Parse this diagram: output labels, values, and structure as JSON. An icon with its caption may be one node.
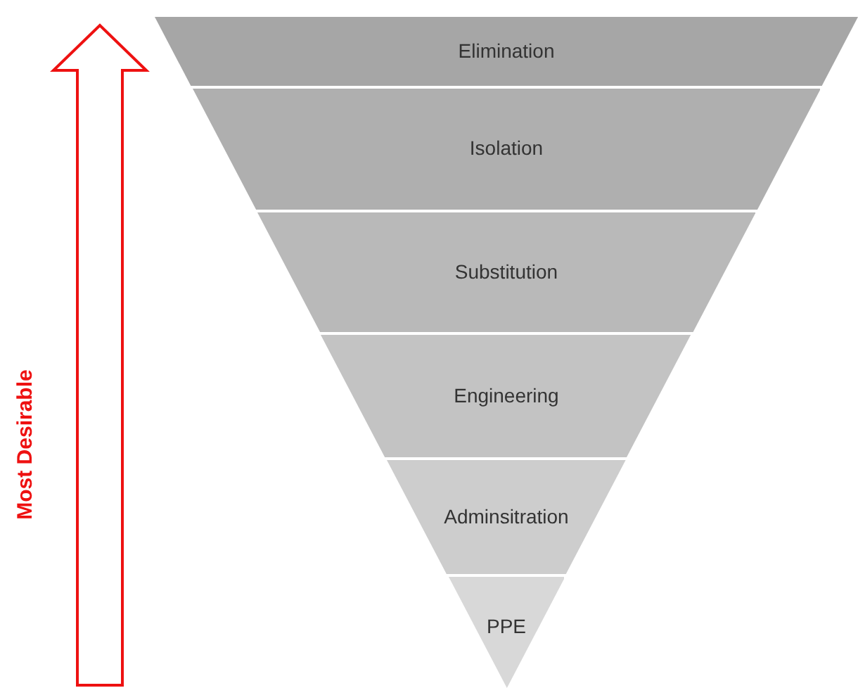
{
  "diagram": {
    "nodes": [
      {
        "text": [
          "Elimination"
        ]
      },
      {
        "text": [
          "Isolation"
        ]
      },
      {
        "text": [
          "Substitution"
        ]
      },
      {
        "text": [
          "Engineering"
        ]
      },
      {
        "text": [
          "Adminsitration"
        ]
      },
      {
        "text": [
          "PPE"
        ]
      }
    ],
    "labels": [
      "Most Desirable"
    ]
  }
}
